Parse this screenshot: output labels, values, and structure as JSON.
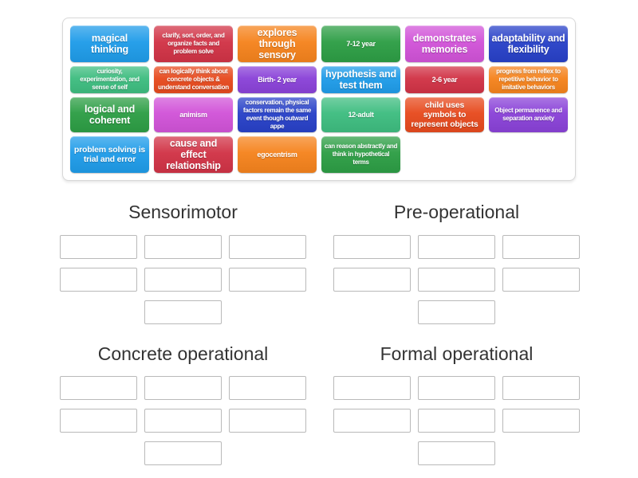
{
  "palette": {
    "blue": "#1f9ce9",
    "red": "#d13346",
    "orange": "#f5831d",
    "green": "#2d9e45",
    "orchid": "#d153d8",
    "navy": "#2841c8",
    "medium_green": "#3ebd80",
    "vermilion": "#e74a1e",
    "purple": "#8a42d8",
    "tile_text": "#ffffff",
    "slot_border": "#b9b9b9",
    "tray_border": "#d8d8d8",
    "heading_text": "#333333"
  },
  "tray": {
    "tiles": [
      {
        "label": "magical thinking",
        "color": "blue"
      },
      {
        "label": "clarify, sort, order, and organize facts and problem solve",
        "color": "red"
      },
      {
        "label": "explores through sensory",
        "color": "orange"
      },
      {
        "label": "7-12 year",
        "color": "green"
      },
      {
        "label": "demonstrates memories",
        "color": "orchid"
      },
      {
        "label": "adaptability and flexibility",
        "color": "navy"
      },
      {
        "label": "curiosity, experimentation, and sense of self",
        "color": "medium_green"
      },
      {
        "label": "can logically think about concrete objects & understand conversation",
        "color": "vermilion"
      },
      {
        "label": "Birth- 2 year",
        "color": "purple"
      },
      {
        "label": "hypothesis and test them",
        "color": "blue"
      },
      {
        "label": "2-6 year",
        "color": "red"
      },
      {
        "label": "progress from reflex to repetitive behavior to imitative behaviors",
        "color": "orange"
      },
      {
        "label": "logical and coherent",
        "color": "green"
      },
      {
        "label": "animism",
        "color": "orchid"
      },
      {
        "label": "conservation, physical factors remain the same event though outward appe",
        "color": "navy"
      },
      {
        "label": "12-adult",
        "color": "medium_green"
      },
      {
        "label": "child uses symbols to represent objects",
        "color": "vermilion"
      },
      {
        "label": "Object permanence and separation anxiety",
        "color": "purple"
      },
      {
        "label": "problem solving is trial and error",
        "color": "blue"
      },
      {
        "label": "cause and effect relationship",
        "color": "red"
      },
      {
        "label": "egocentrism",
        "color": "orange"
      },
      {
        "label": "can reason abstractly and think in hypothetical terms",
        "color": "green"
      }
    ]
  },
  "groups": [
    {
      "title": "Sensorimotor",
      "slot_rows": [
        3,
        3,
        1
      ]
    },
    {
      "title": "Pre-operational",
      "slot_rows": [
        3,
        3,
        1
      ]
    },
    {
      "title": "Concrete operational",
      "slot_rows": [
        3,
        3,
        1
      ]
    },
    {
      "title": "Formal operational",
      "slot_rows": [
        3,
        3,
        1
      ]
    }
  ]
}
